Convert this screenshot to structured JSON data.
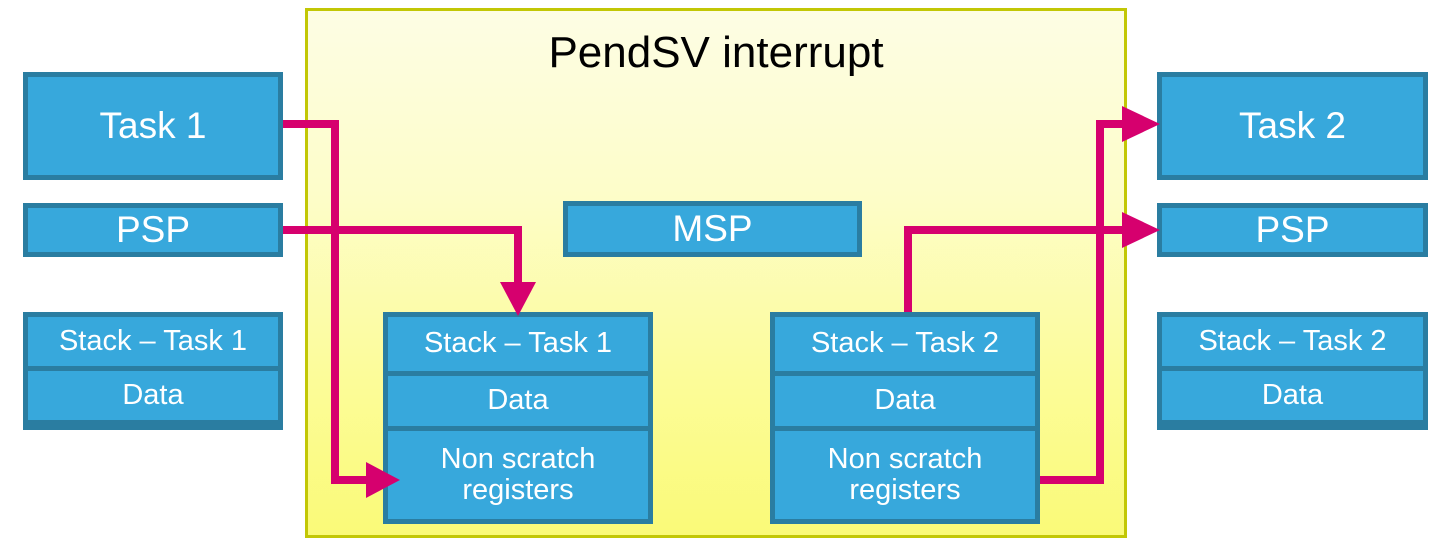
{
  "panel": {
    "title": "PendSV interrupt",
    "fill_top": "#fdfde4",
    "fill_bottom": "#fafa78",
    "border_color": "#c2c705"
  },
  "theme": {
    "box_fill": "#37a8dc",
    "box_border": "#2a7da1",
    "box_text": "#ffffff",
    "arrow_color": "#d6006e",
    "title_text": "#000000",
    "background": "#ffffff"
  },
  "left_column": {
    "task": "Task 1",
    "stack_pointer": "PSP",
    "stack": {
      "segments": [
        "Stack – Task 1",
        "Data"
      ]
    }
  },
  "center": {
    "main_stack_pointer": "MSP",
    "stack_task1": {
      "segments": [
        "Stack – Task 1",
        "Data",
        "Non scratch registers"
      ]
    },
    "stack_task2": {
      "segments": [
        "Stack – Task 2",
        "Data",
        "Non scratch registers"
      ]
    }
  },
  "right_column": {
    "task": "Task 2",
    "stack_pointer": "PSP",
    "stack": {
      "segments": [
        "Stack – Task 2",
        "Data"
      ]
    }
  },
  "connectors": [
    {
      "name": "task1-to-saved-registers",
      "from": "Task 1",
      "to": "Non scratch registers (Stack - Task 1)"
    },
    {
      "name": "psp-to-stack-task1",
      "from": "PSP",
      "to": "Stack – Task 1"
    },
    {
      "name": "stack-task2-to-psp",
      "from": "Stack – Task 2",
      "to": "PSP"
    },
    {
      "name": "saved-registers-to-task2",
      "from": "Non scratch registers (Stack - Task 2)",
      "to": "Task 2"
    }
  ]
}
